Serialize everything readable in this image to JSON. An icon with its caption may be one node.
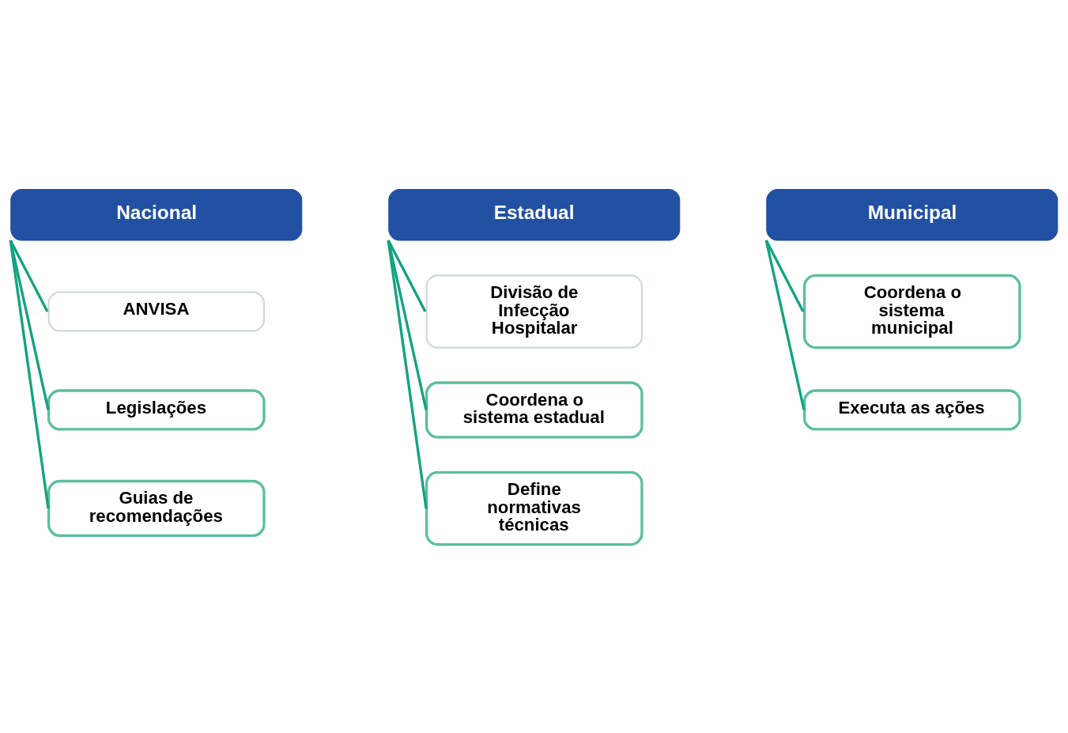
{
  "diagram": {
    "nodes": [
      {
        "text": [
          "Nacional"
        ]
      },
      {
        "text": [
          "ANVISA"
        ]
      },
      {
        "text": [
          "Legislações"
        ]
      },
      {
        "text": [
          "Guias de recomendações"
        ]
      },
      {
        "text": [
          "Estadual"
        ]
      },
      {
        "text": [
          "Divisão de Infecção Hospitalar"
        ]
      },
      {
        "text": [
          "Coordena o sistema estadual"
        ]
      },
      {
        "text": [
          "Define normativas técnicas"
        ]
      },
      {
        "text": [
          "Municipal"
        ]
      },
      {
        "text": [
          "Coordena o sistema municipal"
        ]
      },
      {
        "text": [
          "Executa as ações"
        ]
      }
    ],
    "edges": [
      {
        "from": 0,
        "to": 1,
        "arrow": "none"
      },
      {
        "from": 0,
        "to": 2,
        "arrow": "none"
      },
      {
        "from": 0,
        "to": 3,
        "arrow": "none"
      },
      {
        "from": 4,
        "to": 5,
        "arrow": "none"
      },
      {
        "from": 4,
        "to": 6,
        "arrow": "none"
      },
      {
        "from": 4,
        "to": 7,
        "arrow": "none"
      },
      {
        "from": 8,
        "to": 9,
        "arrow": "none"
      },
      {
        "from": 8,
        "to": 10,
        "arrow": "none"
      }
    ]
  }
}
